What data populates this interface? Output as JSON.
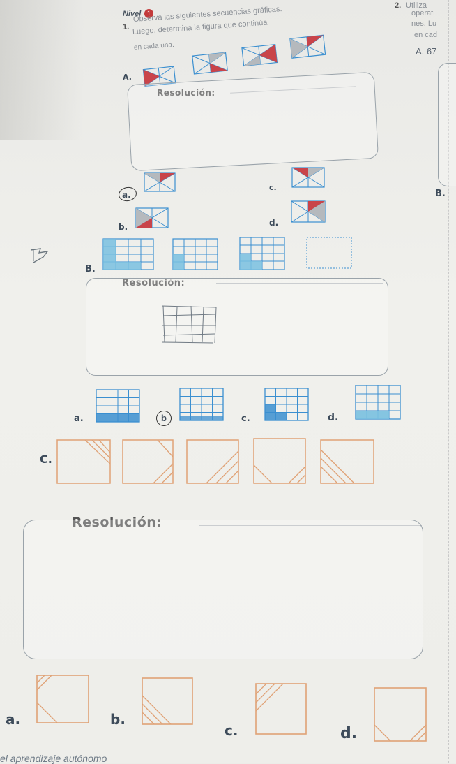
{
  "header": {
    "level_label": "Nivel",
    "level_number": "1",
    "q1_line1_num": "1.",
    "q1_line1": "Observa las siguientes secuencias gráficas.",
    "q1_line2": "Luego, determina la figura que continúa",
    "q1_line3": "en cada una.",
    "q2_num": "2.",
    "q2_line1": "Utiliza",
    "q2_line2": "operati",
    "q2_line3": "nes. Lu",
    "q2_line4": "en cad",
    "q2_answer": "A. 67"
  },
  "section_a": {
    "label": "A.",
    "resolution_title": "Resolución:",
    "options": {
      "a": "a.",
      "b": "b.",
      "c": "c.",
      "d": "d."
    }
  },
  "section_b": {
    "label": "B.",
    "resolution_title": "Resolución:",
    "options": {
      "a": "a.",
      "b": "b",
      "c": "c.",
      "d": "d."
    },
    "right_label": "B."
  },
  "section_c": {
    "label": "C.",
    "resolution_title": "Resolución:",
    "options": {
      "a": "a.",
      "b": "b.",
      "c": "c.",
      "d": "d."
    }
  },
  "footer": {
    "text": "el aprendizaje autónomo"
  },
  "colors": {
    "accent_orange": "#e0a276",
    "grid_blue": "#3b8fd0",
    "fill_blue": "#79c0e0",
    "triangle_red": "#c9444a",
    "triangle_gray": "#b5b9bd"
  }
}
